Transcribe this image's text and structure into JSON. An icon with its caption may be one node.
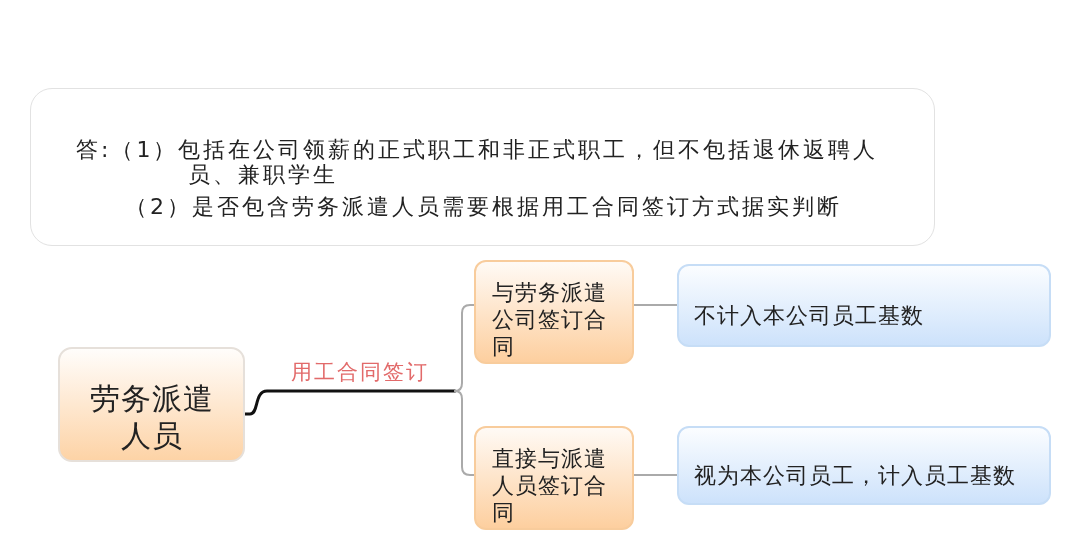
{
  "diagram": {
    "nodes": [
      {
        "text": [
          "答:（1）包括在公司领薪的正式职工和非正式职工，但不包括退休返聘人员、兼职学生",
          "（2）是否包含劳务派遣人员需要根据用工合同签订方式据实判断"
        ]
      },
      {
        "text": [
          "劳务派遣人员"
        ]
      },
      {
        "text": [
          "与劳务派遣公司签订合同"
        ]
      },
      {
        "text": [
          "直接与派遣人员签订合同"
        ]
      },
      {
        "text": [
          "不计入本公司员工基数"
        ]
      },
      {
        "text": [
          "视为本公司员工，计入员工基数"
        ]
      }
    ],
    "edges": [
      {
        "from": 1,
        "to": 2,
        "arrow": "none",
        "label": "用工合同签订"
      },
      {
        "from": 1,
        "to": 3,
        "arrow": "none"
      },
      {
        "from": 2,
        "to": 4,
        "arrow": "none",
        "color": "#aaaaaa"
      },
      {
        "from": 3,
        "to": 5,
        "arrow": "none",
        "color": "#aaaaaa"
      }
    ]
  }
}
